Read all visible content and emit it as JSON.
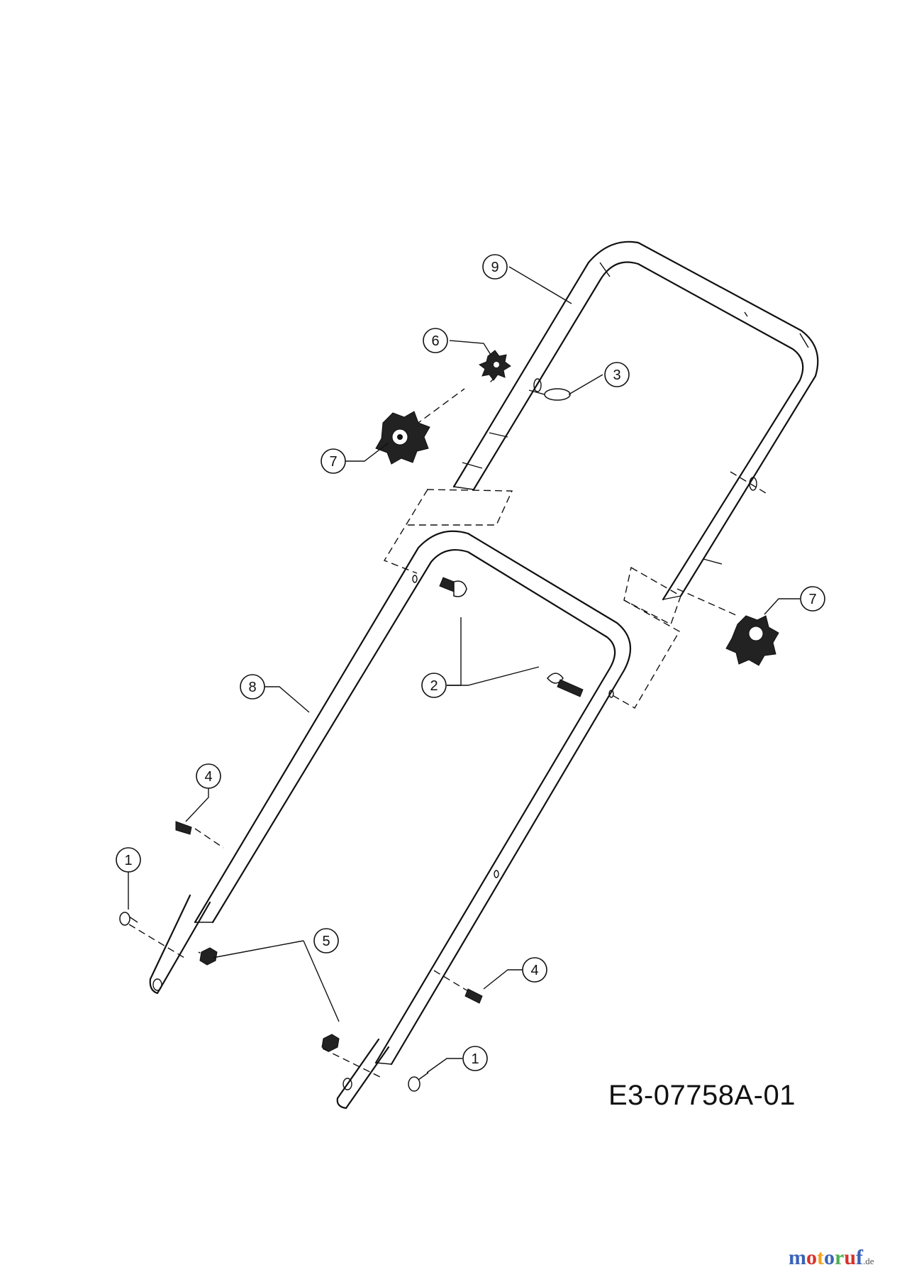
{
  "diagram": {
    "drawing_code": "E3-07758A-01",
    "callouts": [
      {
        "id": "callout-1a",
        "label": "1"
      },
      {
        "id": "callout-1b",
        "label": "1"
      },
      {
        "id": "callout-2",
        "label": "2"
      },
      {
        "id": "callout-3",
        "label": "3"
      },
      {
        "id": "callout-4a",
        "label": "4"
      },
      {
        "id": "callout-4b",
        "label": "4"
      },
      {
        "id": "callout-5",
        "label": "5"
      },
      {
        "id": "callout-6",
        "label": "6"
      },
      {
        "id": "callout-7a",
        "label": "7"
      },
      {
        "id": "callout-7b",
        "label": "7"
      },
      {
        "id": "callout-8",
        "label": "8"
      },
      {
        "id": "callout-9",
        "label": "9"
      }
    ]
  },
  "watermark": {
    "letters": [
      "m",
      "o",
      "t",
      "o",
      "r",
      "u",
      "f"
    ],
    "letter_colors": [
      "#3a63b8",
      "#d6322c",
      "#f2a21b",
      "#3a63b8",
      "#4caf50",
      "#d6322c",
      "#3a63b8"
    ],
    "suffix": ".de"
  }
}
